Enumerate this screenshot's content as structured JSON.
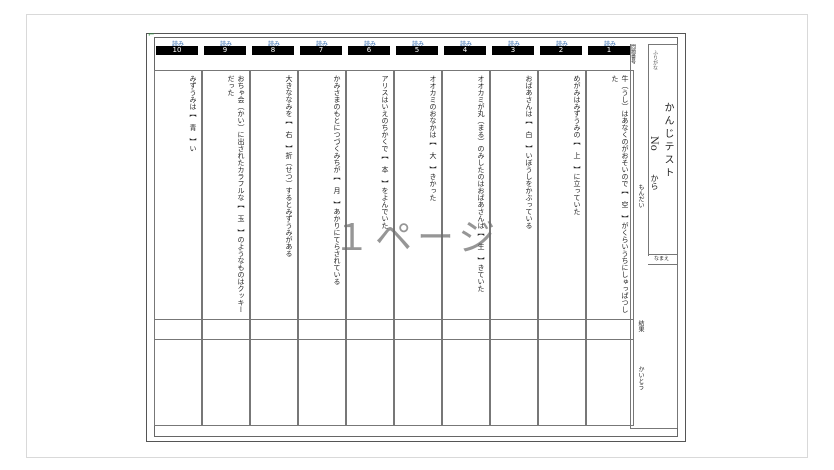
{
  "header": {
    "read_label": "読み",
    "mondai_label": "問題番号"
  },
  "columns": [
    {
      "num": "10",
      "text": "みずうみは【　青　】い"
    },
    {
      "num": "9",
      "text": "おちゃ会（かい）に出されたカラフルな【　玉　】のようなものはクッキーだった"
    },
    {
      "num": "8",
      "text": "大きななみを【　右　】折（せつ）するとみずうみがある"
    },
    {
      "num": "7",
      "text": "かみさまのもとにつづくみちが【　月　】あかりにてらされている"
    },
    {
      "num": "6",
      "text": "アリスはいえのちかくで【　本　】をよんでいた"
    },
    {
      "num": "5",
      "text": "オオカミのおなかは【　大　】きかった"
    },
    {
      "num": "4",
      "text": "オオカミが丸（まる）のみしたのはおばあさんは【　生　】きていた"
    },
    {
      "num": "3",
      "text": "おばあさんは【　白　】いぼうしをかぶっている"
    },
    {
      "num": "2",
      "text": "めがみはみずうみの【　上　】に立っていた"
    },
    {
      "num": "1",
      "text": "牛（うし）はあなくのがおそいので【　空　】がくらいうちにしゅっぱつした"
    }
  ],
  "right_panel": {
    "top_small": "ふりがな",
    "title": "かんじテスト",
    "no_label": "No",
    "from_label": "から",
    "mondai": "もんだい",
    "name_label": "なまえ",
    "result_label": "結果",
    "kaitou": "かいとう"
  },
  "watermark": "１ページ"
}
